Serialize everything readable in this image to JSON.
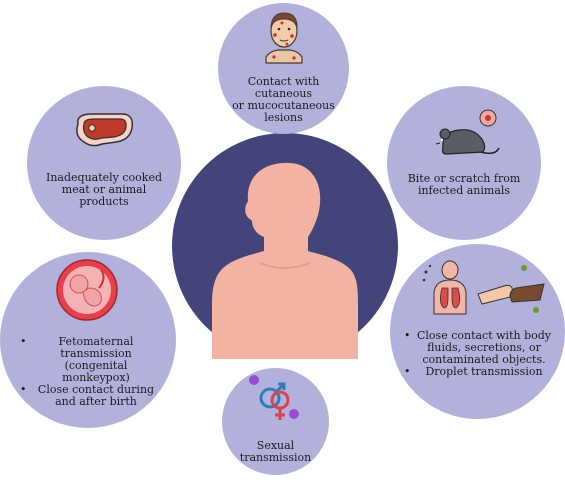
{
  "colors": {
    "circle": "#b2b1dc",
    "center": "#43457a",
    "skin": "#f2b3a3"
  },
  "top": {
    "lines": [
      "Contact with cutaneous",
      "or mucocutaneous",
      "lesions"
    ],
    "icon": "face-with-lesions-icon"
  },
  "top_left": {
    "lines": [
      "Inadequately cooked",
      "meat or animal",
      "products"
    ],
    "icon": "raw-meat-icon"
  },
  "top_right": {
    "lines": [
      "Bite or scratch from",
      "infected animals"
    ],
    "icon": "rodent-icon"
  },
  "left": {
    "items": [
      "Fetomaternal transmission (congenital monkeypox)",
      "Close contact during and after birth"
    ],
    "icon": "fetus-in-womb-icon"
  },
  "right": {
    "items": [
      "Close contact with body fluids, secretions, or contaminated objects.",
      "Droplet transmission"
    ],
    "icon": "lungs-and-hands-icon"
  },
  "bottom": {
    "lines": [
      "Sexual transmission"
    ],
    "icon": "gender-symbols-icon"
  },
  "center": {
    "icon": "human-silhouette-icon"
  }
}
